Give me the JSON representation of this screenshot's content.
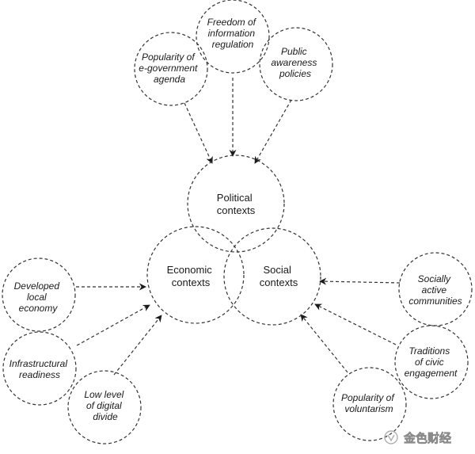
{
  "contexts": [
    {
      "id": "political",
      "lines": [
        "Political",
        "contexts"
      ]
    },
    {
      "id": "economic",
      "lines": [
        "Economic",
        "contexts"
      ]
    },
    {
      "id": "social",
      "lines": [
        "Social",
        "contexts"
      ]
    }
  ],
  "factors": [
    {
      "id": "freedom",
      "lines": [
        "Freedom of",
        "information",
        "regulation"
      ]
    },
    {
      "id": "popularity-egov",
      "lines": [
        "Popularity of",
        "e-government",
        "agenda"
      ]
    },
    {
      "id": "public-awareness",
      "lines": [
        "Public",
        "awareness",
        "policies"
      ]
    },
    {
      "id": "developed-economy",
      "lines": [
        "Developed",
        "local",
        "economy"
      ]
    },
    {
      "id": "infrastructural",
      "lines": [
        "Infrastructural",
        "readiness"
      ]
    },
    {
      "id": "digital-divide",
      "lines": [
        "Low level",
        "of digital",
        "divide"
      ]
    },
    {
      "id": "socially-active",
      "lines": [
        "Socially",
        "active",
        "communities"
      ]
    },
    {
      "id": "civic-traditions",
      "lines": [
        "Traditions",
        "of civic",
        "engagement"
      ]
    },
    {
      "id": "voluntarism",
      "lines": [
        "Popularity of",
        "voluntarism"
      ]
    }
  ],
  "watermark": {
    "text": "金色财经"
  }
}
